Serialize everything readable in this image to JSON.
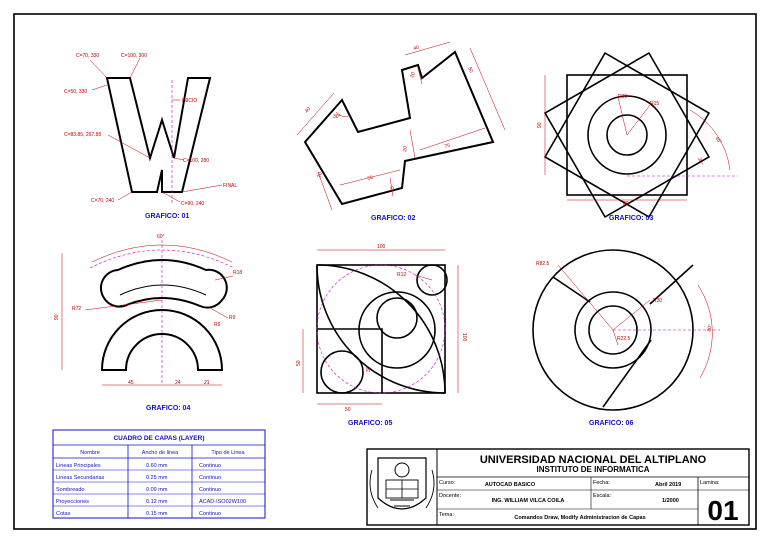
{
  "graficos": [
    {
      "id": "g1",
      "caption": "GRAFICO: 01"
    },
    {
      "id": "g2",
      "caption": "GRAFICO: 02"
    },
    {
      "id": "g3",
      "caption": "GRAFICO: 03"
    },
    {
      "id": "g4",
      "caption": "GRAFICO: 04"
    },
    {
      "id": "g5",
      "caption": "GRAFICO: 05"
    },
    {
      "id": "g6",
      "caption": "GRAFICO: 06"
    }
  ],
  "g1_labels": {
    "c1": "C=70, 330",
    "c2": "C=100, 300",
    "c3": "C=50, 330",
    "inicio": "INICIO",
    "c4": "C=83.85, 267.88",
    "c5": "C=100, 280",
    "final": "FINAL",
    "c6": "C=70, 240",
    "c7": "C=90, 240"
  },
  "g2_labels": {
    "d40a": "40",
    "d20a": "20",
    "d50a": "50",
    "d40b": "40",
    "d30": "30°",
    "d20b": "20",
    "d75": "75",
    "d55": "55",
    "d20c": "20",
    "d15": "15"
  },
  "g3_labels": {
    "r30": "R30",
    "r15": "R15",
    "d90v": "90",
    "d80": "80",
    "a45": "45°",
    "a30": "30°"
  },
  "g4_labels": {
    "a60": "60°",
    "r18": "R18",
    "r72": "R72",
    "r9": "R9",
    "r9b": "R9",
    "d90": "90",
    "d45": "45",
    "d24": "24",
    "d21": "21"
  },
  "g5_labels": {
    "d100h": "100",
    "r12": "R12",
    "d100v": "100",
    "d50v": "50",
    "d30": "30",
    "d50h": "50"
  },
  "g6_labels": {
    "r825": "R82.5",
    "r30": "R30",
    "r225": "R22.5",
    "a30": "30°"
  },
  "layers": {
    "title": "CUADRO DE CAPAS (LAYER)",
    "headers": [
      "Nombre",
      "Ancho de linea",
      "Tipo de Linea"
    ],
    "rows": [
      [
        "Lineas Principales",
        "0.60 mm",
        "Continuo"
      ],
      [
        "Lineas Secundarias",
        "0.25 mm",
        "Continuo"
      ],
      [
        "Sombreado",
        "0.09 mm",
        "Continuo"
      ],
      [
        "Proyecciones",
        "0.12 mm",
        "ACAD-ISO02W100"
      ],
      [
        "Cotas",
        "0.15 mm",
        "Continuo"
      ]
    ]
  },
  "titleblock": {
    "university": "UNIVERSIDAD NACIONAL DEL ALTIPLANO",
    "institute": "INSTITUTO DE INFORMATICA",
    "curso_label": "Curso:",
    "curso": "AUTOCAD BASICO",
    "fecha_label": "Fecha:",
    "fecha": "Abril 2019",
    "lamina_label": "Lamina:",
    "docente_label": "Docente:",
    "docente": "ING. WILLIAM VILCA COILA",
    "escala_label": "Escala:",
    "escala": "1/2000",
    "tema_label": "Tema:",
    "tema": "Comandos Draw, Modify Administracion de Capas",
    "lamina": "01"
  },
  "colors": {
    "caption": "#1010c8",
    "dimension": "#c00000",
    "construction": "#d000d0",
    "line": "#000000"
  }
}
